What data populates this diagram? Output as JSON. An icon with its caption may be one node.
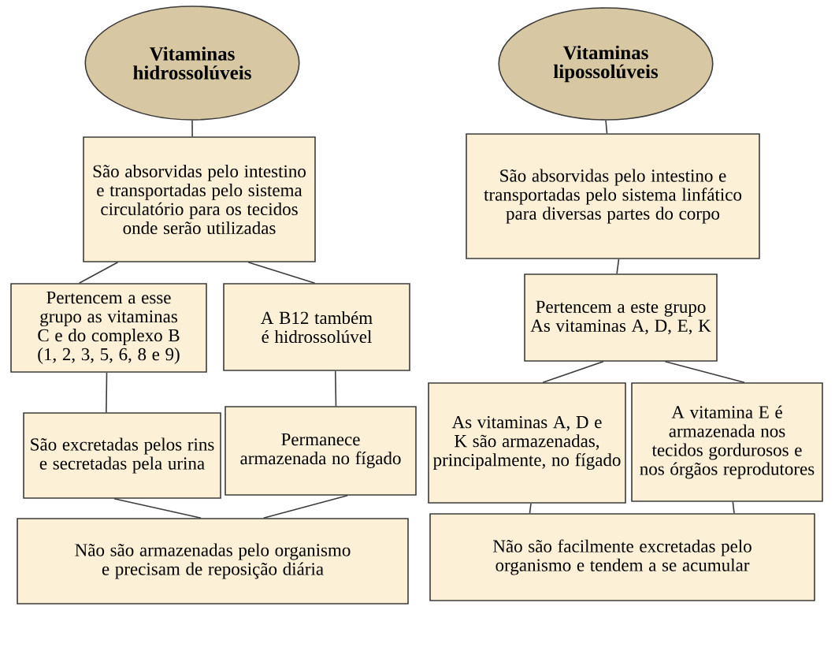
{
  "diagram": {
    "nodes": [
      {
        "text": [
          "Vitaminas hidrossolúveis"
        ]
      },
      {
        "text": [
          "São absorvidas pelo intestino e transportadas pelo sistema circulatório para os tecidos onde serão utilizadas"
        ]
      },
      {
        "text": [
          "Pertencem a esse grupo as vitaminas C e do complexo B (1, 2, 3, 5, 6, 8 e 9)"
        ]
      },
      {
        "text": [
          "A B12 também é hidrossolúvel"
        ]
      },
      {
        "text": [
          "São excretadas pelos rins e secretadas pela urina"
        ]
      },
      {
        "text": [
          "Permanece armazenada no fígado"
        ]
      },
      {
        "text": [
          "Não são armazenadas pelo organismo e precisam de reposição diária"
        ]
      },
      {
        "text": [
          "Vitaminas lipossolúveis"
        ]
      },
      {
        "text": [
          "São absorvidas pelo intestino e transportadas pelo sistema linfático para diversas partes do corpo"
        ]
      },
      {
        "text": [
          "Pertencem a este grupo As vitaminas A, D, E, K"
        ]
      },
      {
        "text": [
          "As vitaminas A, D e K são armazenadas, principalmente, no fígado"
        ]
      },
      {
        "text": [
          "A vitamina E é armazenada nos tecidos gordurosos e nos órgãos reprodutores"
        ]
      },
      {
        "text": [
          "Não são facilmente excretadas pelo organismo e tendem a se acumular"
        ]
      }
    ],
    "edges": [
      {
        "from": 0,
        "to": 1,
        "arrow": "none"
      },
      {
        "from": 1,
        "to": 2,
        "arrow": "none"
      },
      {
        "from": 1,
        "to": 3,
        "arrow": "none"
      },
      {
        "from": 2,
        "to": 4,
        "arrow": "none"
      },
      {
        "from": 3,
        "to": 5,
        "arrow": "none"
      },
      {
        "from": 4,
        "to": 6,
        "arrow": "none"
      },
      {
        "from": 5,
        "to": 6,
        "arrow": "none"
      },
      {
        "from": 7,
        "to": 8,
        "arrow": "none"
      },
      {
        "from": 8,
        "to": 9,
        "arrow": "none"
      },
      {
        "from": 9,
        "to": 10,
        "arrow": "none"
      },
      {
        "from": 9,
        "to": 11,
        "arrow": "none"
      },
      {
        "from": 10,
        "to": 12,
        "arrow": "none"
      },
      {
        "from": 11,
        "to": 12,
        "arrow": "none"
      }
    ]
  }
}
